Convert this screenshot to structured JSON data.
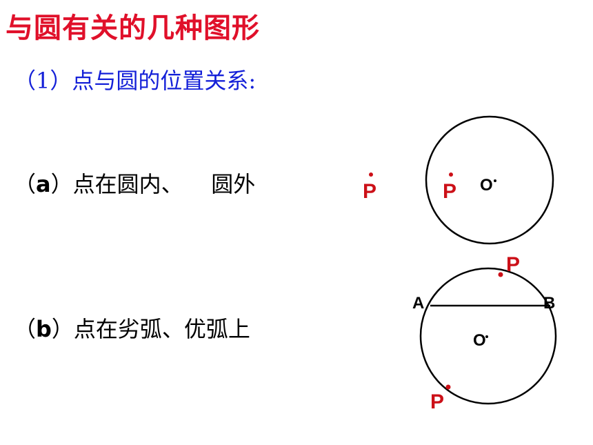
{
  "title": "与圆有关的几种图形",
  "subtitle": "（1）点与圆的位置关系:",
  "case_a": {
    "open": "（",
    "letter": "a",
    "text": "）点在圆内、    圆外"
  },
  "case_b": {
    "open": "（",
    "letter": "b",
    "text": "）点在劣弧、优弧上"
  },
  "diagram_a": {
    "point_outside": "P",
    "point_inside": "P",
    "center": "O"
  },
  "diagram_b": {
    "point_minor_arc": "P",
    "point_major_arc": "P",
    "center": "O",
    "chord_left": "A",
    "chord_right": "B"
  },
  "colors": {
    "title": "#e0102a",
    "subtitle": "#1420d8",
    "point": "#cc1018"
  }
}
